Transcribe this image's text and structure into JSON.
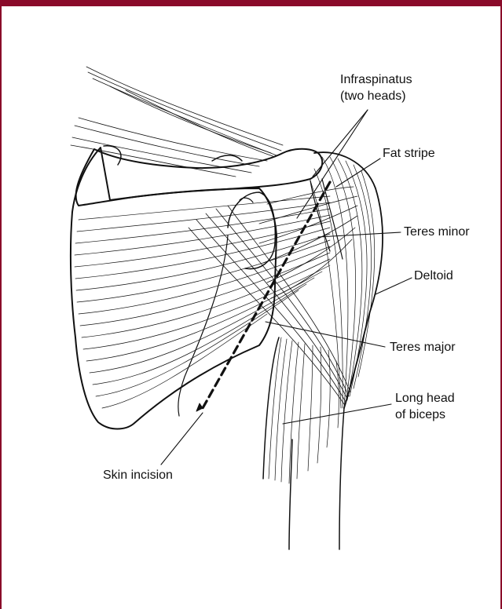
{
  "colors": {
    "frame": "#8a0b2a",
    "ink": "#111111",
    "paper": "#ffffff"
  },
  "labels": {
    "infraspinatus_line1": "Infraspinatus",
    "infraspinatus_line2": "(two heads)",
    "fat_stripe": "Fat stripe",
    "teres_minor": "Teres minor",
    "deltoid": "Deltoid",
    "teres_major": "Teres major",
    "long_head_line1": "Long head",
    "long_head_line2": "of biceps",
    "skin_incision": "Skin incision"
  }
}
